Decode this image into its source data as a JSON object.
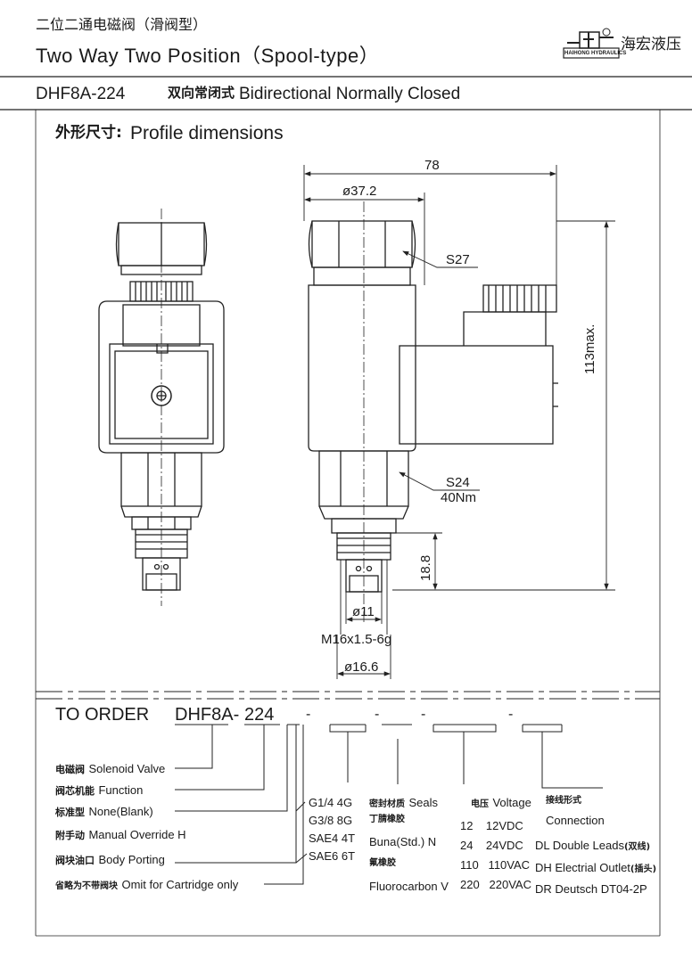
{
  "header": {
    "title_cn": "二位二通电磁阀（滑阀型）",
    "title_en": "Two Way Two Position（Spool-type）",
    "model": "DHF8A-224",
    "desc_cn": "双向常闭式",
    "desc_en": "Bidirectional Normally Closed"
  },
  "brand": {
    "logo_text": "HAIHONG HYDRAULICS",
    "name_cn": "海宏液压"
  },
  "profile": {
    "label_cn": "外形尺寸:",
    "label_en": "Profile dimensions"
  },
  "dimensions": {
    "width_overall": "78",
    "body_dia": "ø37.2",
    "nut_top": "S27",
    "height_max": "113max.",
    "nut_bottom": "S24",
    "torque": "40Nm",
    "cartridge_len": "18.8",
    "spool_dia": "ø11",
    "thread": "M16x1.5-6g",
    "cartridge_dia": "ø16.6"
  },
  "order": {
    "heading": "TO ORDER",
    "code_prefix": "DHF8A-",
    "code_func": "224",
    "labels": [
      {
        "cn": "电磁阀",
        "en": "Solenoid Valve"
      },
      {
        "cn": "阀芯机能",
        "en": "Function"
      },
      {
        "cn": "标准型",
        "en": "None(Blank)"
      },
      {
        "cn": "附手动",
        "en": "Manual Override  H"
      },
      {
        "cn": "阀块油口",
        "en": "Body Porting"
      },
      {
        "cn": "省略为不带阀块",
        "en": "Omit for Cartridge only"
      }
    ],
    "porting": [
      "G1/4  4G",
      "G3/8  8G",
      "SAE4  4T",
      "SAE6  6T"
    ],
    "seals": {
      "title_cn": "密封材质",
      "title_en": "Seals",
      "buna_cn": "丁腈橡胶",
      "buna_en": "Buna(Std.)  N",
      "fluoro_cn": "氟橡胶",
      "fluoro_en": "Fluorocarbon  V"
    },
    "voltage": {
      "title_cn": "电压",
      "title_en": "Voltage",
      "items": [
        "12    12VDC",
        "24    24VDC",
        "110   110VAC",
        "220   220VAC"
      ]
    },
    "connection": {
      "title_cn": "接线形式",
      "title_en": "Connection",
      "dl": "DL  Double Leads",
      "dl_cn": "(双线)",
      "dh": "DH  Electrial Outlet",
      "dh_cn": "(插头)",
      "dr": "DR  Deutsch DT04-2P"
    }
  }
}
